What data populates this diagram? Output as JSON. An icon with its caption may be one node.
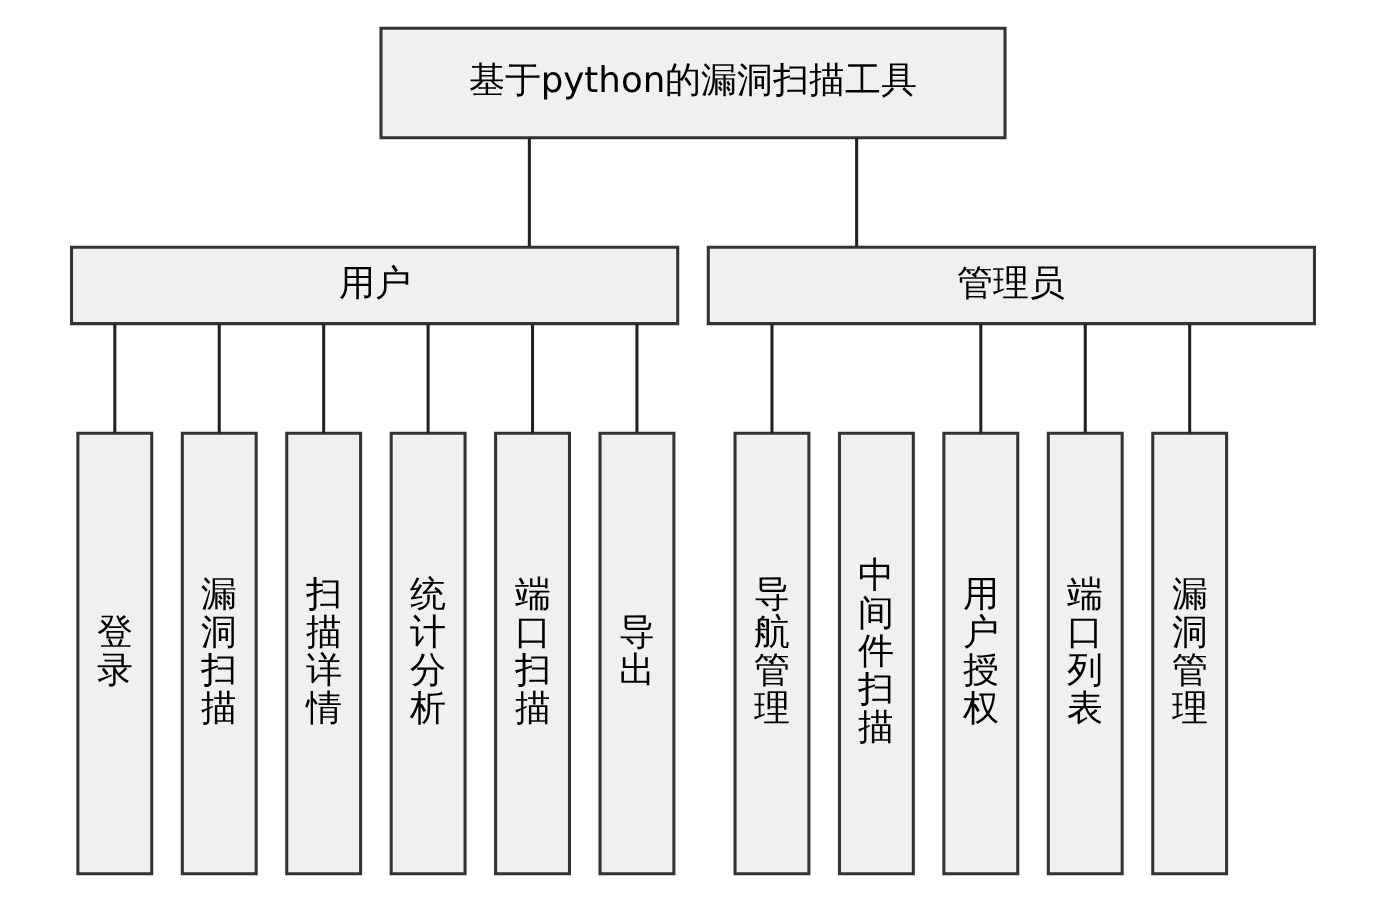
{
  "diagram": {
    "nodes": [
      {
        "text": [
          "基于python的漏洞扫描工具"
        ]
      },
      {
        "text": [
          "用户"
        ]
      },
      {
        "text": [
          "管理员"
        ]
      },
      {
        "text": [
          "登录"
        ]
      },
      {
        "text": [
          "漏洞扫描"
        ]
      },
      {
        "text": [
          "扫描详情"
        ]
      },
      {
        "text": [
          "统计分析"
        ]
      },
      {
        "text": [
          "端口扫描"
        ]
      },
      {
        "text": [
          "导出"
        ]
      },
      {
        "text": [
          "导航管理"
        ]
      },
      {
        "text": [
          "中间件扫描"
        ]
      },
      {
        "text": [
          "用户授权"
        ]
      },
      {
        "text": [
          "端口列表"
        ]
      },
      {
        "text": [
          "漏洞管理"
        ]
      }
    ],
    "edges": [
      {
        "from": 0,
        "to": 1,
        "arrow": "none"
      },
      {
        "from": 0,
        "to": 2,
        "arrow": "none"
      },
      {
        "from": 1,
        "to": 3,
        "arrow": "none"
      },
      {
        "from": 1,
        "to": 4,
        "arrow": "none"
      },
      {
        "from": 1,
        "to": 5,
        "arrow": "none"
      },
      {
        "from": 1,
        "to": 6,
        "arrow": "none"
      },
      {
        "from": 1,
        "to": 7,
        "arrow": "none"
      },
      {
        "from": 1,
        "to": 8,
        "arrow": "none"
      },
      {
        "from": 2,
        "to": 9,
        "arrow": "none"
      },
      {
        "from": 2,
        "to": 11,
        "arrow": "none"
      },
      {
        "from": 2,
        "to": 12,
        "arrow": "none"
      },
      {
        "from": 2,
        "to": 13,
        "arrow": "none"
      }
    ]
  }
}
